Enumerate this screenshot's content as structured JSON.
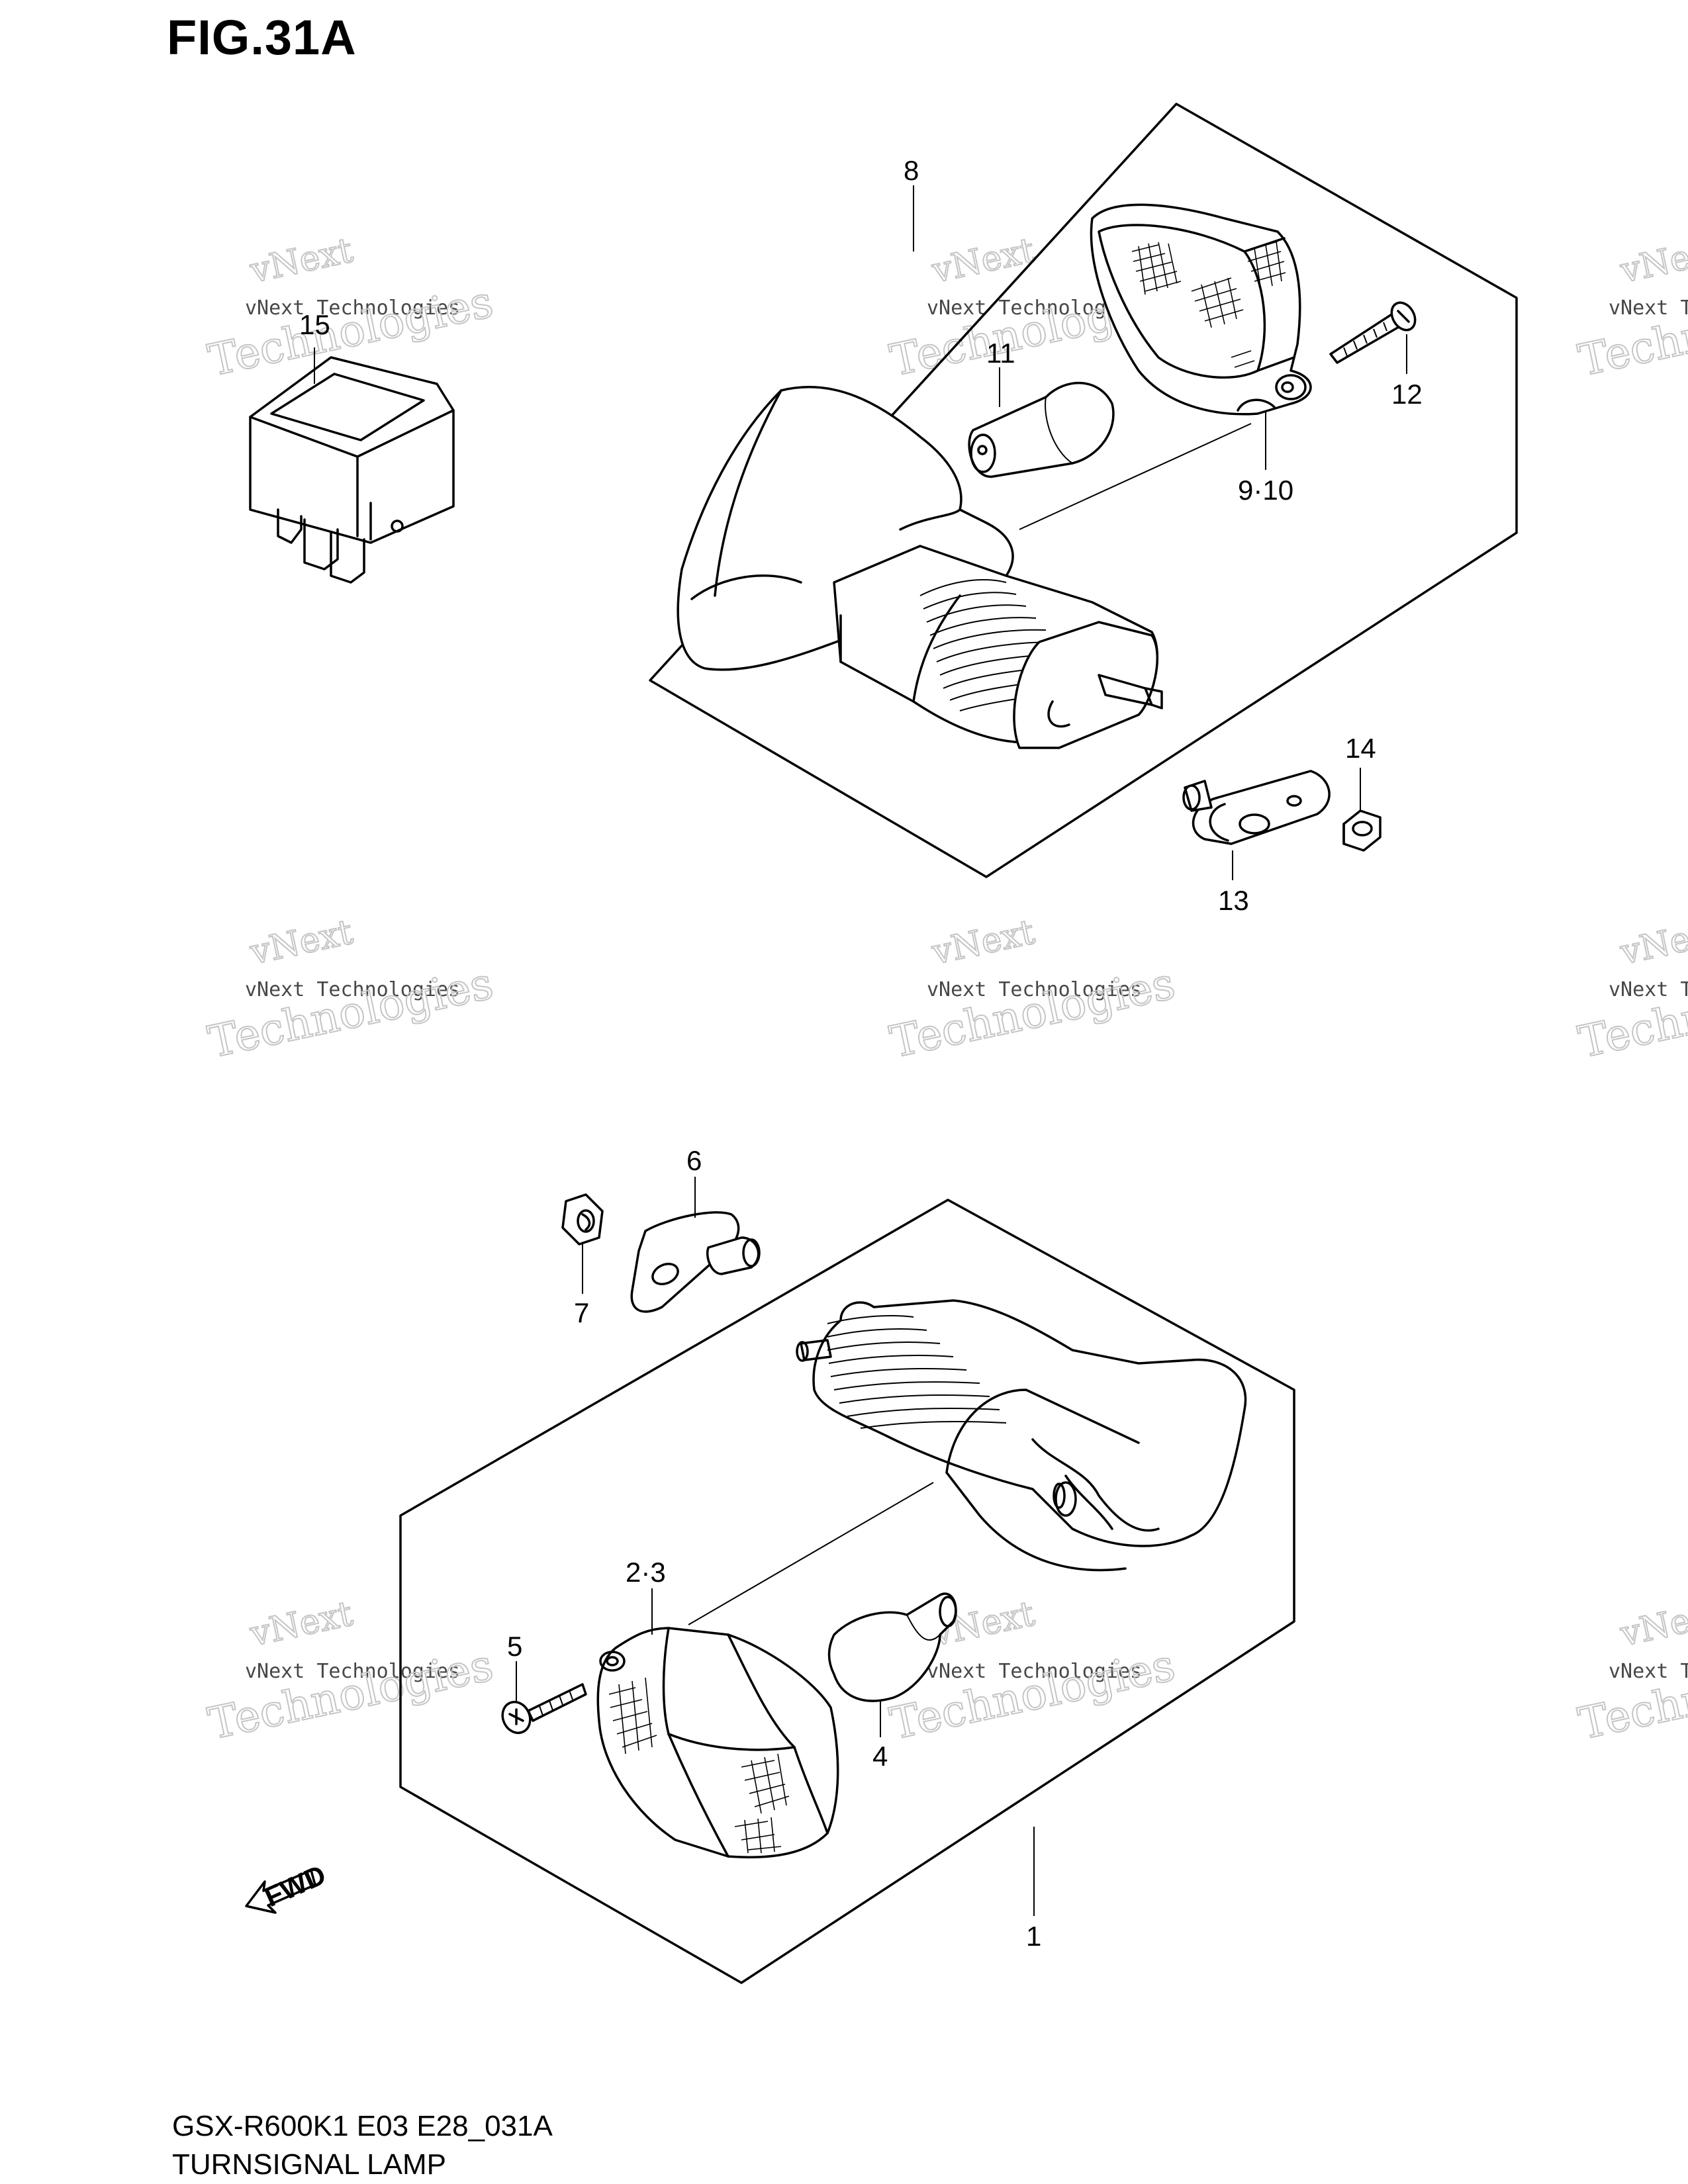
{
  "figure": {
    "title": "FIG.31A"
  },
  "footer": {
    "code": "GSX-R600K1 E03 E28_031A",
    "name": "TURNSIGNAL LAMP"
  },
  "callouts": {
    "c1": "1",
    "c23": "2·3",
    "c4": "4",
    "c5": "5",
    "c6": "6",
    "c7": "7",
    "c8": "8",
    "c910": "9·10",
    "c11": "11",
    "c12": "12",
    "c13": "13",
    "c14": "14",
    "c15": "15"
  },
  "fwd_label": "FWD",
  "watermark": {
    "line1": "vNext",
    "line2": "vNext Technologies",
    "line3": "Technologies"
  }
}
